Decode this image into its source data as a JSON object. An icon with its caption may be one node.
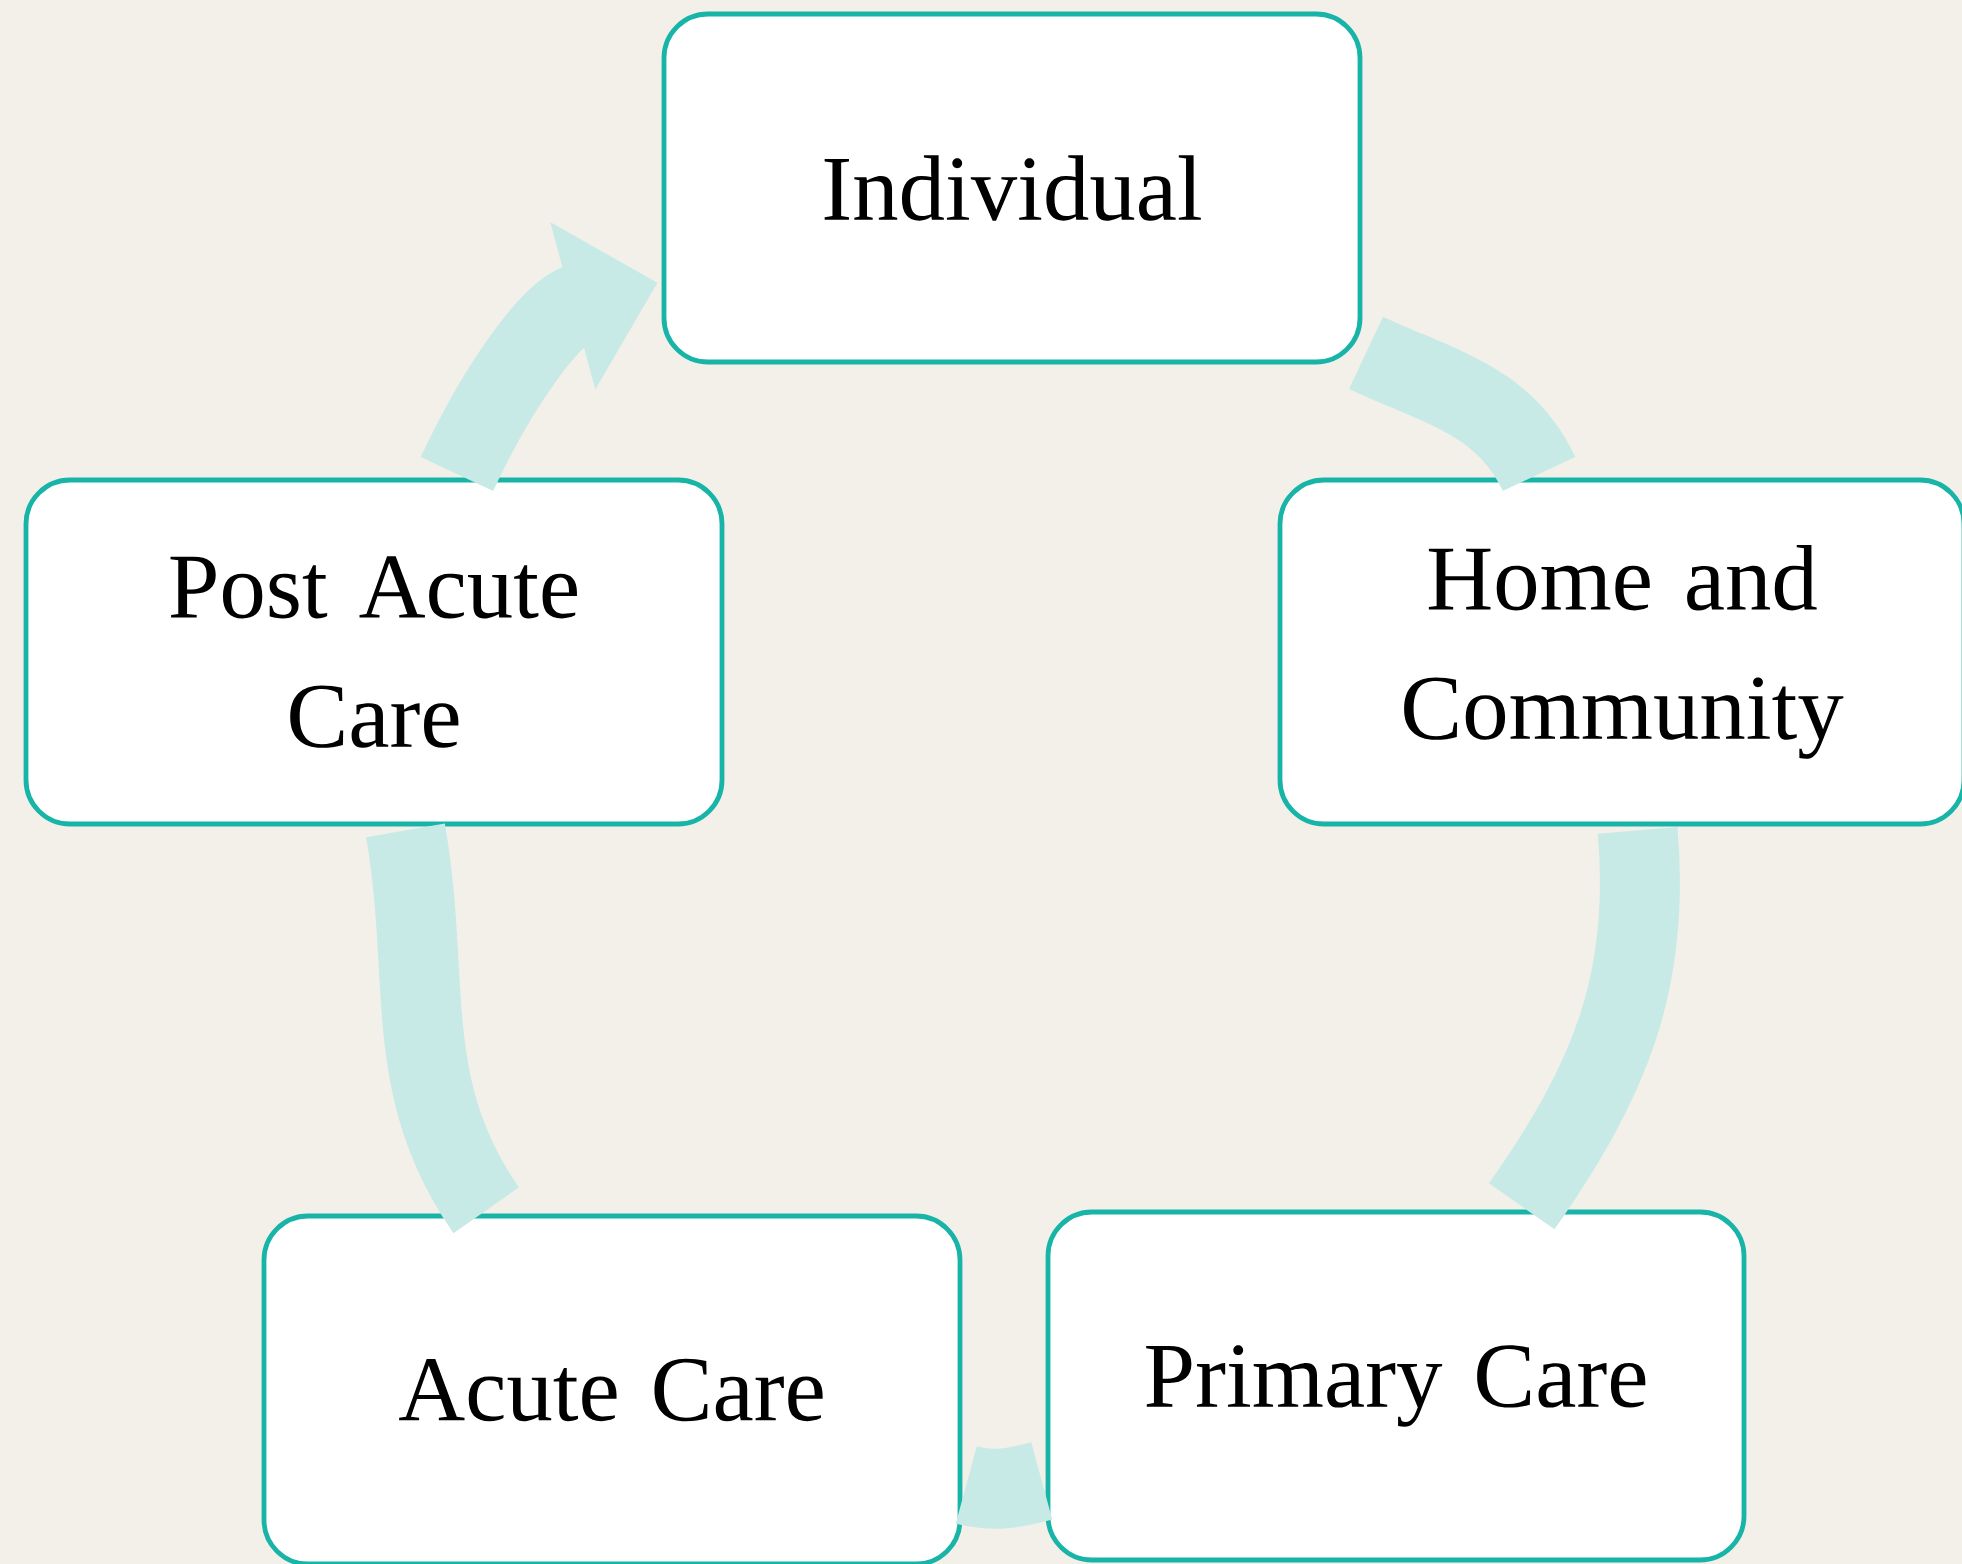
{
  "diagram": {
    "nodes": [
      {
        "text": [
          "Individual"
        ]
      },
      {
        "text": [
          "Home and Community"
        ]
      },
      {
        "text": [
          "Primary Care"
        ]
      },
      {
        "text": [
          "Acute Care"
        ]
      },
      {
        "text": [
          "Post Acute Care"
        ]
      }
    ],
    "edges": [
      {
        "from": 0,
        "to": 1,
        "arrow": "none"
      },
      {
        "from": 1,
        "to": 2,
        "arrow": "none"
      },
      {
        "from": 2,
        "to": 3,
        "arrow": "none"
      },
      {
        "from": 3,
        "to": 4,
        "arrow": "none"
      },
      {
        "from": 4,
        "to": 0,
        "arrow": "to"
      }
    ]
  }
}
